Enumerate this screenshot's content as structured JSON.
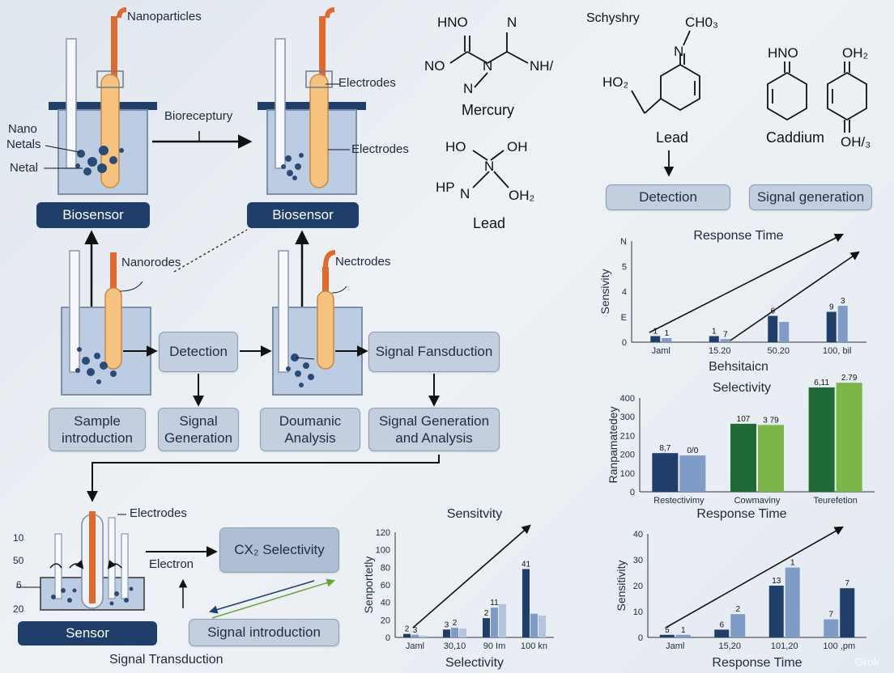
{
  "labels": {
    "nanoparticles": "Nanoparticles",
    "electrodes_top": "Electrodes",
    "electrodes_mid": "Electrodes",
    "nano": "Nano",
    "netals": "Netals",
    "netal": "Netal",
    "bioreceptury": "Bioreceptury",
    "nanorodes": "Nanorodes",
    "nectrodes": "Nectrodes",
    "electrodes_bottom": "Electrodes",
    "electron": "Electron",
    "signal_transduction": "Signal Transduction",
    "scale_10": "10",
    "scale_50": "50",
    "scale_6": "6",
    "scale_20": "20"
  },
  "boxes": {
    "biosensor_left": "Biosensor",
    "biosensor_right": "Biosensor",
    "detection": "Detection",
    "signal_fansduction": "Signal Fansduction",
    "sample_introduction": "Sample introduction",
    "signal_generation": "Signal Generation",
    "doumanic_analysis": "Doumanic Analysis",
    "signal_generation_analysis": "Signal Generation and Analysis",
    "sensor": "Sensor",
    "cx_selectivity": "CX₂ Selectivity",
    "signal_introduction": "Signal introduction",
    "detection_right": "Detection",
    "signal_generation_right": "Signal generation"
  },
  "chemistry": {
    "mercury": {
      "name": "Mercury",
      "atoms": [
        "HNO",
        "N",
        "NO",
        "N",
        "NH/",
        "N"
      ]
    },
    "lead_mid": {
      "name": "Lead",
      "atoms": [
        "HO",
        "OH",
        "N",
        "HP",
        "N",
        "OH₂"
      ]
    },
    "schyshry": "Schyshry",
    "lead_right": {
      "name": "Lead",
      "atoms": [
        "CH0₃",
        "N",
        "HO₂"
      ]
    },
    "cadmium": {
      "name": "Caddium",
      "atoms": [
        "HNO",
        "OH₂",
        "OH/₃"
      ]
    }
  },
  "watermark": "Grok",
  "chart_data": [
    {
      "type": "bar",
      "title": "Response Time",
      "xlabel": "Behsitaicn",
      "ylabel": "Sensivity",
      "categories": [
        "Jaml",
        "15.20",
        "50.20",
        "100, bil"
      ],
      "yticks": [
        "N",
        "5",
        "4",
        "E",
        "0"
      ],
      "ylim": [
        0,
        5
      ],
      "series": [
        {
          "values": [
            0.3,
            0.3,
            1.3,
            1.5
          ],
          "color": "#1f3e69",
          "labels": [
            "1",
            "1",
            "6",
            "9"
          ]
        },
        {
          "values": [
            0.2,
            0.15,
            1.0,
            1.8
          ],
          "color": "#7e9cc7",
          "labels": [
            "1",
            "7",
            "",
            "3"
          ]
        }
      ],
      "trend_lines": 2
    },
    {
      "type": "bar",
      "title": "Selectivity",
      "xlabel": "Response Time",
      "ylabel": "Ranpamatedey",
      "categories": [
        "Restectivimy",
        "Cowmaviny",
        "Teurefetion"
      ],
      "yticks": [
        "400",
        "300",
        "210",
        "200",
        "100",
        "0"
      ],
      "ylim": [
        0,
        400
      ],
      "series": [
        {
          "values": [
            165,
            290,
            445
          ],
          "colors": [
            "#1f3e69",
            "#1f6a35",
            "#1f6a35"
          ],
          "labels": [
            "8,7",
            "107",
            "6,11"
          ]
        },
        {
          "values": [
            155,
            285,
            465
          ],
          "colors": [
            "#7e9cc7",
            "#7ab648",
            "#7ab648"
          ],
          "labels": [
            "0/0",
            "3 79",
            "2.79"
          ]
        }
      ]
    },
    {
      "type": "bar",
      "title": "Sensitvity",
      "xlabel": "Selectivity",
      "ylabel": "Senportetly",
      "categories": [
        "Jaml",
        "30,10",
        "90 Im",
        "100 kn"
      ],
      "yticks": [
        "120",
        "100",
        "80",
        "60",
        "40",
        "20",
        "0"
      ],
      "ylim": [
        0,
        120
      ],
      "series": [
        {
          "values": [
            4,
            9,
            22,
            78
          ],
          "color": "#1f3e69",
          "labels": [
            "2",
            "3",
            "2",
            "41"
          ]
        },
        {
          "values": [
            3,
            11,
            34,
            27
          ],
          "color": "#7e9cc7",
          "labels": [
            "3",
            "2",
            "11",
            ""
          ]
        },
        {
          "values": [
            2,
            10,
            38,
            25
          ],
          "color": "#b4c4dc",
          "labels": [
            "",
            "",
            "",
            ""
          ]
        }
      ],
      "trend_lines": 1
    },
    {
      "type": "bar",
      "title": "",
      "xlabel": "Response Time",
      "ylabel": "Sensitivity",
      "categories": [
        "Jaml",
        "15,20",
        "101,20",
        "100 ,pm"
      ],
      "yticks": [
        "40",
        "30",
        "20",
        "10",
        "0"
      ],
      "ylim": [
        0,
        40
      ],
      "series": [
        {
          "values": [
            1,
            3,
            20,
            7
          ],
          "colors": [
            "#1f3e69",
            "#1f3e69",
            "#1f3e69",
            "#7e9cc7"
          ],
          "labels": [
            "5",
            "6",
            "13",
            "7"
          ]
        },
        {
          "values": [
            1,
            9,
            27,
            19
          ],
          "colors": [
            "#7e9cc7",
            "#7e9cc7",
            "#7e9cc7",
            "#1f3e69"
          ],
          "labels": [
            "1",
            "2",
            "1",
            "7"
          ]
        }
      ],
      "trend_lines": 1
    }
  ]
}
